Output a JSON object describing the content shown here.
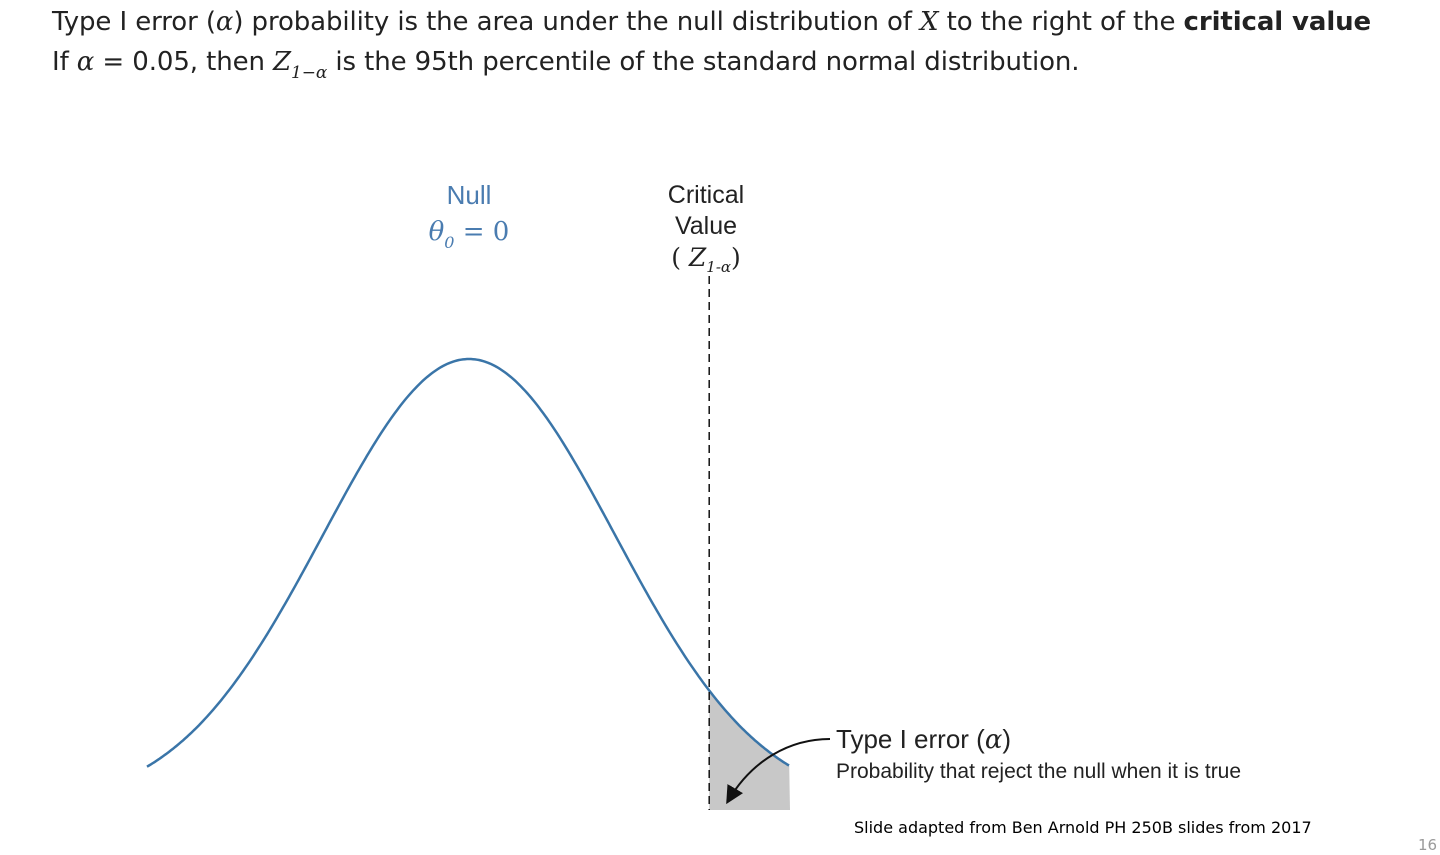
{
  "header": {
    "line1": {
      "part1": "Type I error (",
      "alpha": "α",
      "part2": ") probability is the area under the null distribution of ",
      "X": "X",
      "part3": " to the right of the ",
      "emphasis": "critical value"
    },
    "line2": {
      "part1": "If ",
      "alpha": "α",
      "part2": " = 0.05, then ",
      "Z": "Z",
      "subscript": "1−α",
      "part3": " is the 95th percentile of the standard normal distribution."
    }
  },
  "diagram": {
    "null_label": "Null",
    "theta_symbol": "θ",
    "theta_sub": "0",
    "theta_rest": " = 0",
    "critical_line1": "Critical",
    "critical_line2": "Value",
    "critical_z_open": "( ",
    "critical_z": "Z",
    "critical_z_sub": "1-α",
    "critical_z_close": ")",
    "error_title_prefix": "Type I error (",
    "error_title_alpha": "α",
    "error_title_suffix": ")",
    "error_description": "Probability that reject the null when it is true",
    "curve_color": "#3a75a8",
    "label_color": "#4a7cb0",
    "shade_color": "#c8c8c8",
    "null_mean": 0,
    "critical_z_value": 1.645
  },
  "footer_note": "Slide adapted from Ben Arnold  PH 250B slides from 2017",
  "page_number": "16"
}
